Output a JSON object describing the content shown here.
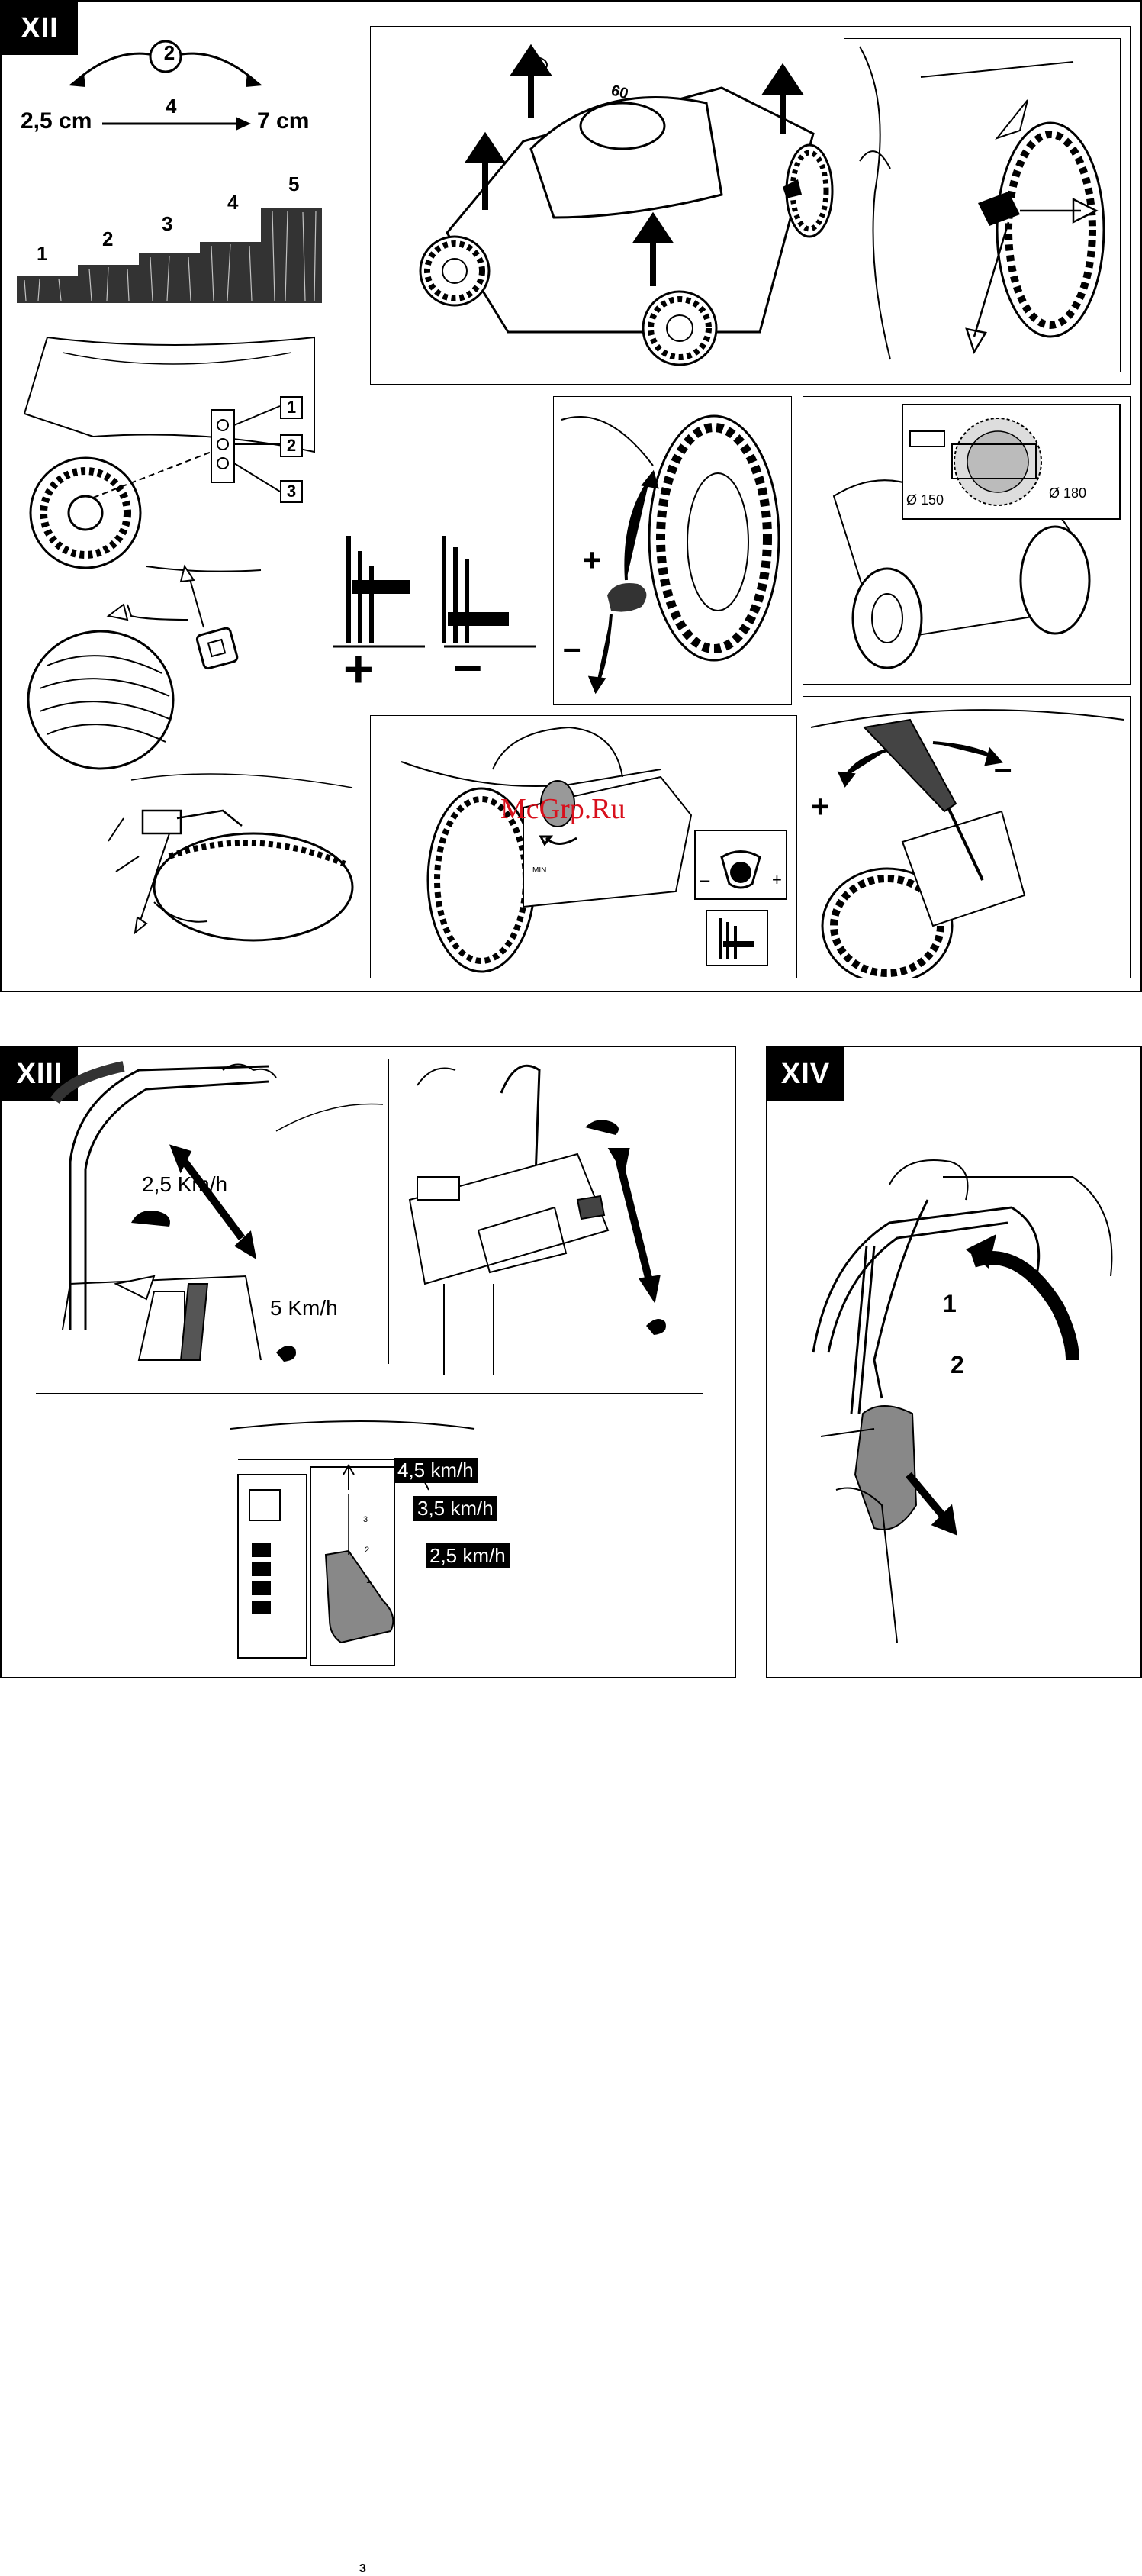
{
  "sections": {
    "xii": {
      "tag": "XII"
    },
    "xiii": {
      "tag": "XIII"
    },
    "xiv": {
      "tag": "XIV"
    }
  },
  "cutting_height": {
    "step_badge": "2",
    "min": "2,5 cm",
    "positions": "4",
    "max": "7 cm",
    "levels": [
      "1",
      "2",
      "3",
      "4",
      "5"
    ]
  },
  "engine_label": "60",
  "axle_positions": [
    "1",
    "2",
    "3"
  ],
  "lever_signs": {
    "plus": "+",
    "minus": "–"
  },
  "diameters": {
    "small": "Ø 150",
    "large": "Ø 180"
  },
  "knob_label": "MIN",
  "watermark": "McGrp.Ru",
  "xiii_speeds": {
    "slow": "2,5 Km/h",
    "fast": "5 Km/h",
    "high": "4,5 km/h",
    "mid": "3,5 km/h",
    "low": "2,5 km/h",
    "scale": [
      "3",
      "2",
      "1"
    ]
  },
  "xiv_callouts": [
    "1",
    "2"
  ]
}
